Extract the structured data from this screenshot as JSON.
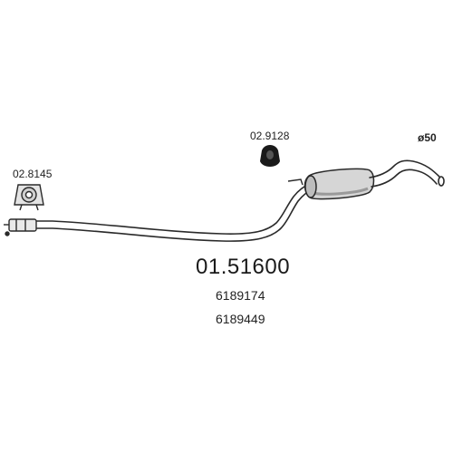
{
  "diagram": {
    "main_part_number": "01.51600",
    "oem_numbers": [
      "6189174",
      "6189449"
    ],
    "components": [
      {
        "label": "02.8145"
      },
      {
        "label": "02.9128"
      }
    ],
    "tailpipe_diameter": "ø50",
    "colors": {
      "line": "#2a2a2a",
      "muffler_fill": "#d6d6d6",
      "muffler_shade": "#9a9a9a",
      "rubber_fill": "#1a1a1a",
      "clamp_fill": "#cfcfcf"
    }
  }
}
